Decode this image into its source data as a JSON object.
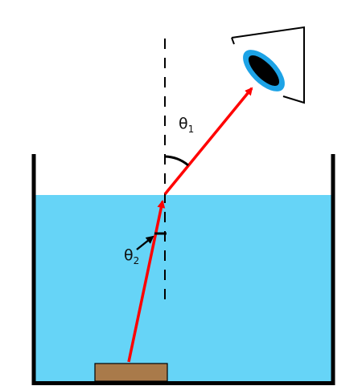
{
  "labels": {
    "theta1": {
      "symbol": "θ",
      "subscript": "1"
    },
    "theta2": {
      "symbol": "θ",
      "subscript": "2"
    }
  },
  "colors": {
    "water": "#66d4f7",
    "ray": "#ff0000",
    "object": "#a97a4a",
    "container": "#000000",
    "eye_outer": "#1da3e6",
    "eye_inner": "#000000",
    "normal_line": "#000000"
  }
}
